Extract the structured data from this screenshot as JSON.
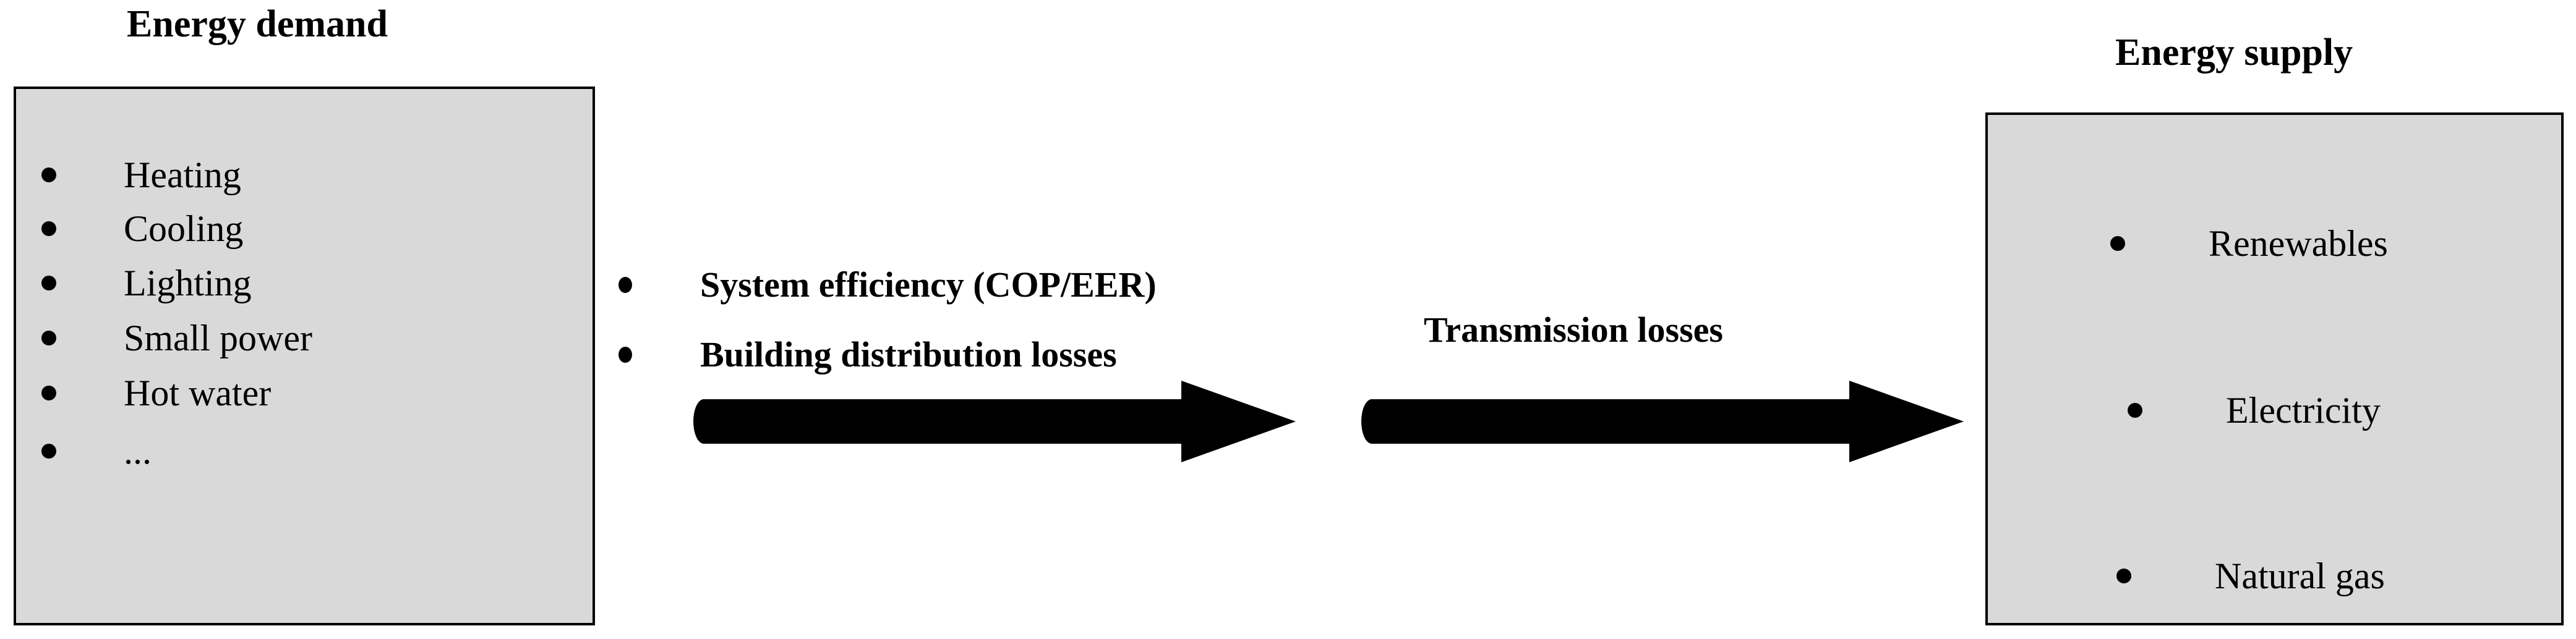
{
  "diagram": {
    "title_left": "Energy demand",
    "title_right": "Energy supply",
    "background_color": "#ffffff",
    "box_fill_color": "#d9d9d9",
    "box_border_color": "#000000",
    "text_color": "#000000"
  },
  "demand": {
    "heading": "Energy demand",
    "items": [
      {
        "label": "Heating"
      },
      {
        "label": "Cooling"
      },
      {
        "label": "Lighting"
      },
      {
        "label": "Small power"
      },
      {
        "label": "Hot water"
      },
      {
        "label": "..."
      }
    ]
  },
  "process": {
    "items": [
      {
        "label": "System efficiency (COP/EER)"
      },
      {
        "label": "Building distribution  losses"
      }
    ],
    "arrows": [
      {
        "name": "efficiency-arrow",
        "label": ""
      },
      {
        "name": "transmission-arrow",
        "label": "Transmission losses"
      }
    ],
    "transmission_label": "Transmission losses"
  },
  "supply": {
    "heading": "Energy supply",
    "items": [
      {
        "label": "Renewables"
      },
      {
        "label": "Electricity"
      },
      {
        "label": "Natural gas"
      }
    ]
  }
}
